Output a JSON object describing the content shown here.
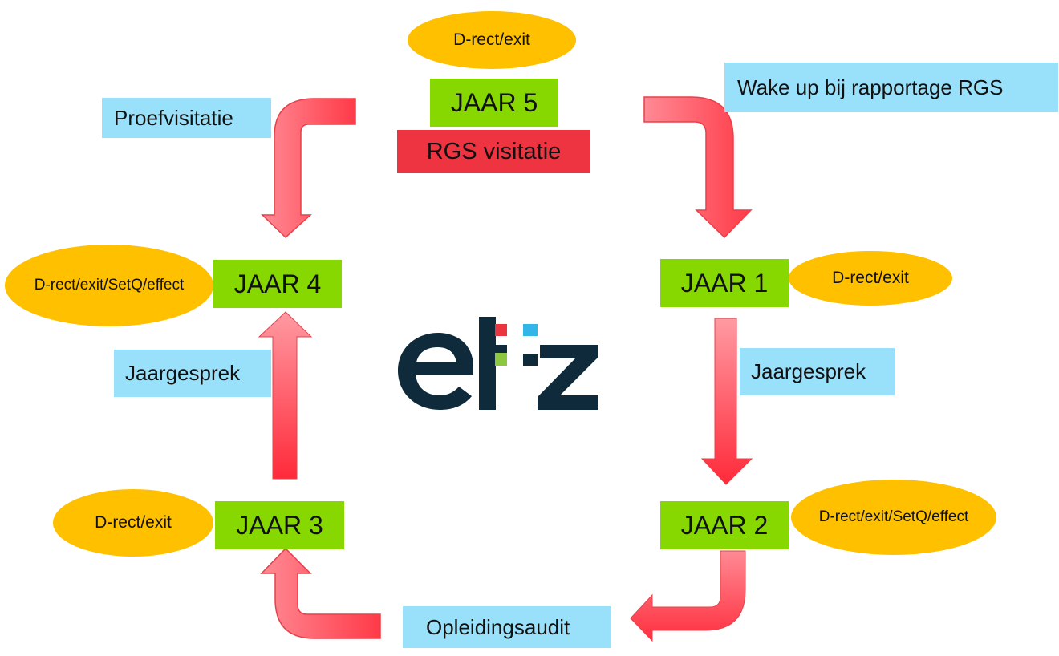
{
  "years": {
    "jaar1": "JAAR 1",
    "jaar2": "JAAR 2",
    "jaar3": "JAAR 3",
    "jaar4": "JAAR 4",
    "jaar5": "JAAR 5"
  },
  "activities": {
    "top": "D-rect/exit",
    "jaar1": "D-rect/exit",
    "jaar2": "D-rect/exit/SetQ/effect",
    "jaar3": "D-rect/exit",
    "jaar4": "D-rect/exit/SetQ/effect"
  },
  "events": {
    "rgs_visitatie": "RGS visitatie",
    "wake_up": "Wake up bij rapportage RGS",
    "proefvisitatie": "Proefvisitatie",
    "jaargesprek_right": "Jaargesprek",
    "jaargesprek_left": "Jaargesprek",
    "opleidingsaudit": "Opleidingsaudit"
  },
  "colors": {
    "year_box": "#86d800",
    "visitatie_box": "#ee3341",
    "event_label": "#99e0fa",
    "activity_oval": "#ffc000",
    "arrow": "#ff4a57",
    "logo_dark": "#0f2b3b",
    "logo_red": "#e8353f",
    "logo_blue": "#32b6e8",
    "logo_green": "#8dc63f"
  },
  "icons": {
    "flow_arrows": "curved-red-arrows",
    "logo": "etz-logo"
  }
}
